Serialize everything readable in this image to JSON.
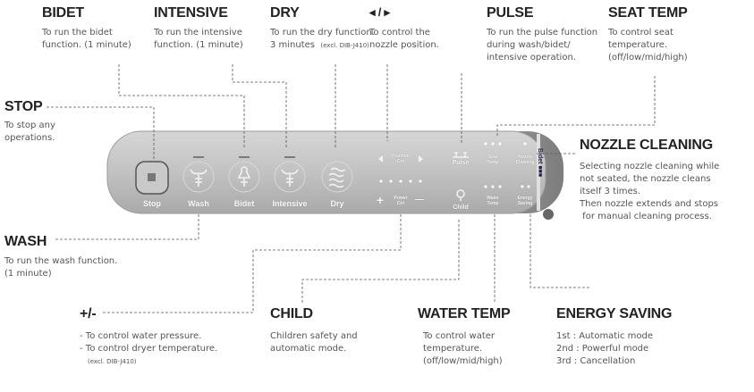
{
  "callouts": {
    "bidet": {
      "title": "BIDET",
      "lines": [
        "To run the bidet",
        "function. (1 minute)"
      ]
    },
    "intensive": {
      "title": "INTENSIVE",
      "lines": [
        "To run the intensive",
        "function. (1 minute)"
      ]
    },
    "dry": {
      "title": "DRY",
      "lines": [
        "To run the dry function.",
        "3 minutes"
      ],
      "note": "(excl. DIB-J410)"
    },
    "position": {
      "title": "◂ / ▸",
      "lines": [
        "To control the",
        "nozzle position."
      ]
    },
    "pulse": {
      "title": "PULSE",
      "lines": [
        "To run the pulse function",
        "during wash/bidet/",
        "intensive operation."
      ]
    },
    "seat_temp": {
      "title": "SEAT TEMP",
      "lines": [
        "To control seat",
        "temperature.",
        "(off/low/mid/high)"
      ]
    },
    "stop": {
      "title": "STOP",
      "lines": [
        "To stop any",
        "operations."
      ]
    },
    "nozzle_cleaning": {
      "title": "NOZZLE CLEANING",
      "lines": [
        "Selecting nozzle cleaning while",
        "not seated, the nozzle cleans",
        "itself 3 times.",
        "Then nozzle extends and stops",
        " for manual cleaning process."
      ]
    },
    "wash": {
      "title": "WASH",
      "lines": [
        "To run the wash function.",
        "(1 minute)"
      ]
    },
    "plus_minus": {
      "title": "+/-",
      "lines": [
        "- To control water pressure.",
        "- To control dryer temperature."
      ],
      "note": "(excl. DIB-J410)"
    },
    "child": {
      "title": "CHILD",
      "lines": [
        "Children safety and",
        "automatic mode."
      ]
    },
    "water_temp": {
      "title": "WATER TEMP",
      "lines": [
        "To control water",
        "temperature.",
        "(off/low/mid/high)"
      ]
    },
    "energy_saving": {
      "title": "ENERGY SAVING",
      "lines": [
        "1st : Automatic mode",
        "2nd : Powerful mode",
        "3rd : Cancellation"
      ]
    }
  },
  "panel": {
    "buttons": [
      "Stop",
      "Wash",
      "Bidet",
      "Intensive",
      "Dry"
    ],
    "position_ctrl": [
      "Position",
      "Ctrl"
    ],
    "power_ctrl": [
      "Power",
      "Ctrl"
    ],
    "plus": "+",
    "minus": "—",
    "pulse": "Pulse",
    "child": "Child",
    "seat_temp": [
      "Seat",
      "Temp"
    ],
    "nozzle_cleaning": [
      "Nozzle",
      "Cleaning"
    ],
    "water_temp": [
      "Water",
      "Temp"
    ],
    "energy_saving": [
      "Energy",
      "Saving"
    ],
    "brand": "Bidet ■■■"
  }
}
